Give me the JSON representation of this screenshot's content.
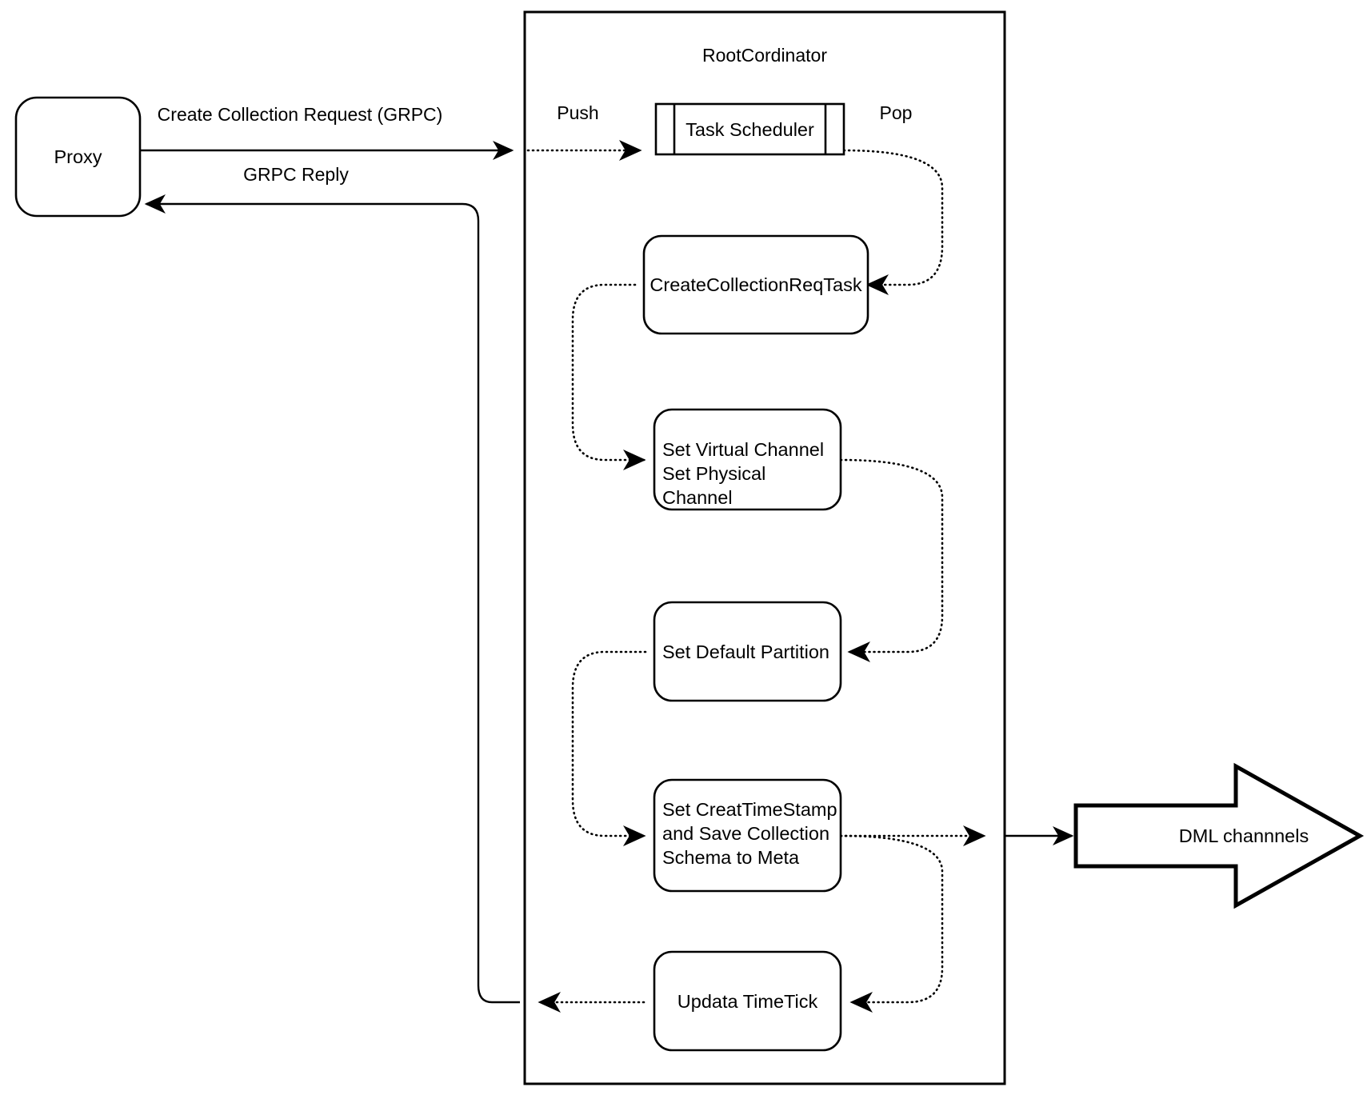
{
  "diagram": {
    "title_visible": "RootCordinator",
    "container": {
      "label": "RootCordinator"
    },
    "nodes": {
      "proxy": {
        "label": "Proxy",
        "shape": "rounded-rect"
      },
      "task_scheduler": {
        "label": "Task Scheduler",
        "shape": "queue-rect"
      },
      "create_collection_req_task": {
        "label": "CreateCollectionReqTask",
        "shape": "rounded-rect"
      },
      "set_channels": {
        "label": "Set Virtual Channel\nSet Physical Channel",
        "line1": "Set Virtual Channel",
        "line2": "Set Physical Channel",
        "shape": "rounded-rect"
      },
      "set_default_partition": {
        "label": "Set Default Partition",
        "shape": "rounded-rect"
      },
      "set_timestamp": {
        "label": "Set CreatTimeStamp and Save Collection Schema to Meta",
        "line1": "Set CreatTimeStamp",
        "line2": "and Save Collection",
        "line3": "Schema to Meta",
        "shape": "rounded-rect"
      },
      "updata_timetick": {
        "label": "Updata TimeTick",
        "shape": "rounded-rect"
      },
      "dml_channels": {
        "label": "DML channnels",
        "shape": "block-arrow"
      }
    },
    "edge_labels": {
      "create_collection_request": "Create Collection Request (GRPC)",
      "grpc_reply": "GRPC Reply",
      "push": "Push",
      "pop": "Pop"
    },
    "colors": {
      "stroke": "#000000",
      "fill": "#ffffff",
      "text": "#000000"
    }
  }
}
